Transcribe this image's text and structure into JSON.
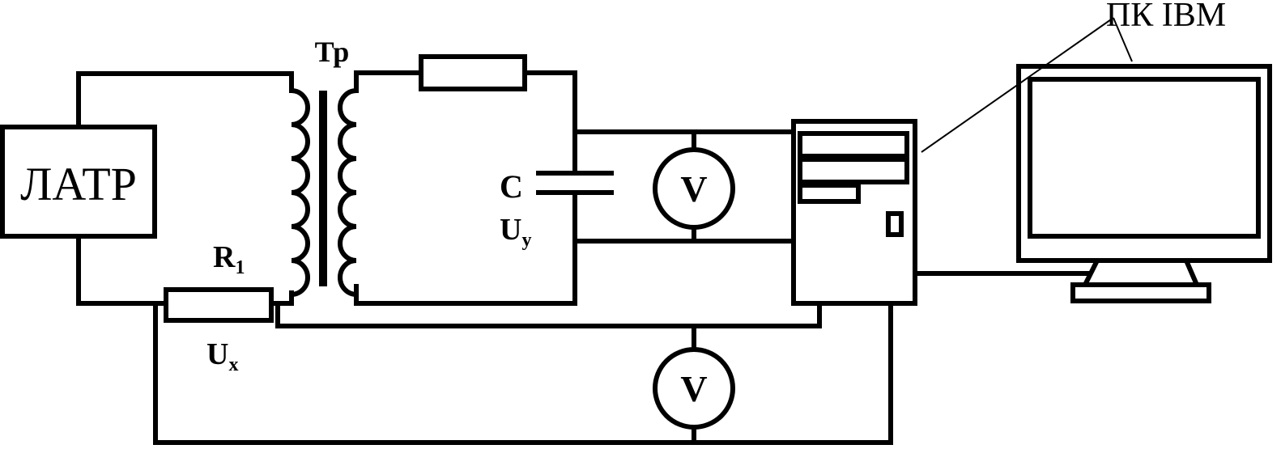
{
  "labels": {
    "latr": "ЛАТР",
    "transformer": "Тр",
    "capacitor": "C",
    "resistor": "R",
    "resistor_sub": "1",
    "voltage_y": "U",
    "voltage_y_sub": "y",
    "voltage_x": "U",
    "voltage_x_sub": "x",
    "voltmeter": "V",
    "pc": "ПК IBM"
  }
}
